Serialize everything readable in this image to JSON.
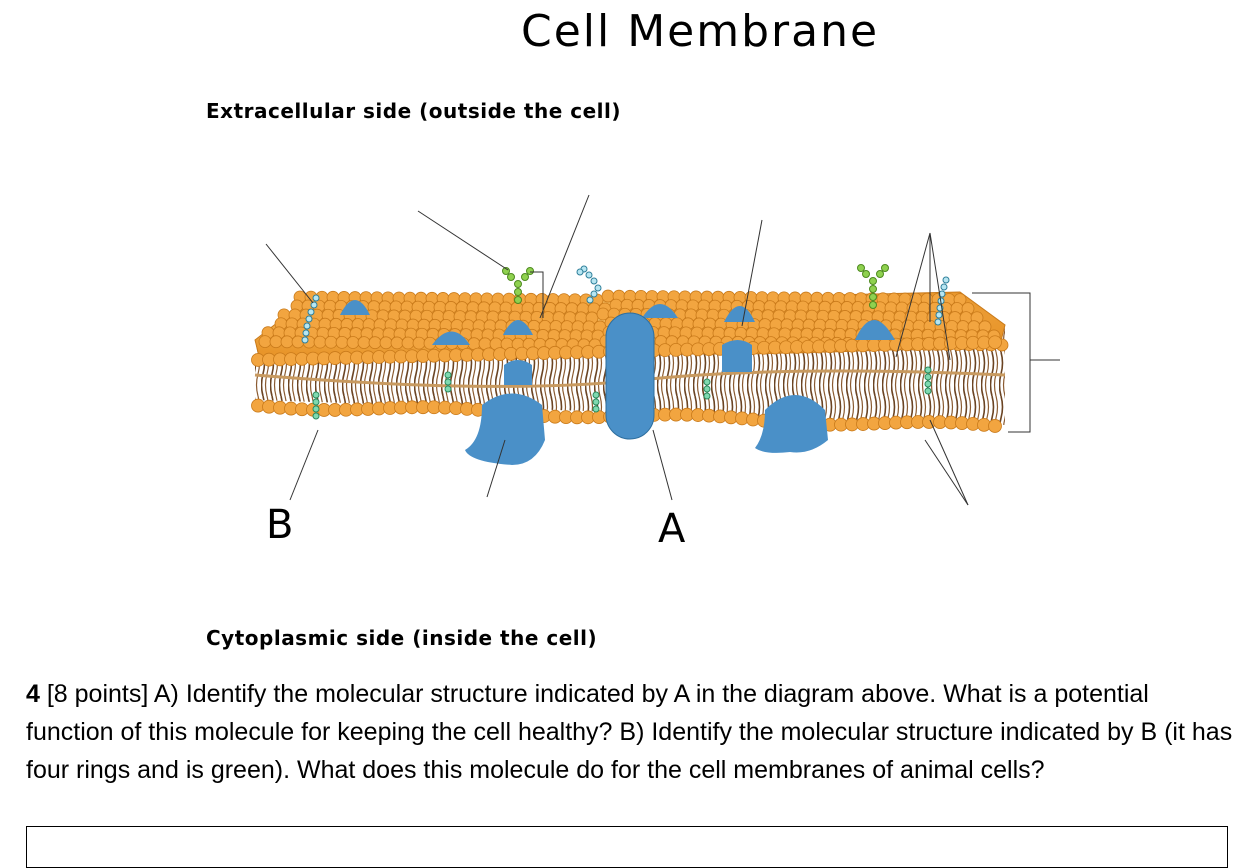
{
  "page": {
    "title": "Cell Membrane",
    "top_label": "Extracellular side (outside the cell)",
    "bottom_label": "Cytoplasmic side (inside the cell)"
  },
  "diagram": {
    "label_a": "A",
    "label_b": "B",
    "colors": {
      "phospholipid_head": "#f2a540",
      "head_outline": "#c97a1a",
      "tails": "#6b4423",
      "protein": "#4a90c8",
      "carbohydrate": "#8fd14f",
      "cholesterol": "#7fd9b0"
    }
  },
  "question": {
    "number": "4",
    "text": " [8 points] A) Identify the molecular structure indicated by A in the diagram above. What is a potential function of this molecule for keeping the cell healthy?  B) Identify the molecular structure indicated by B (it has four rings and is green). What does this molecule do for the cell membranes of animal cells?"
  }
}
